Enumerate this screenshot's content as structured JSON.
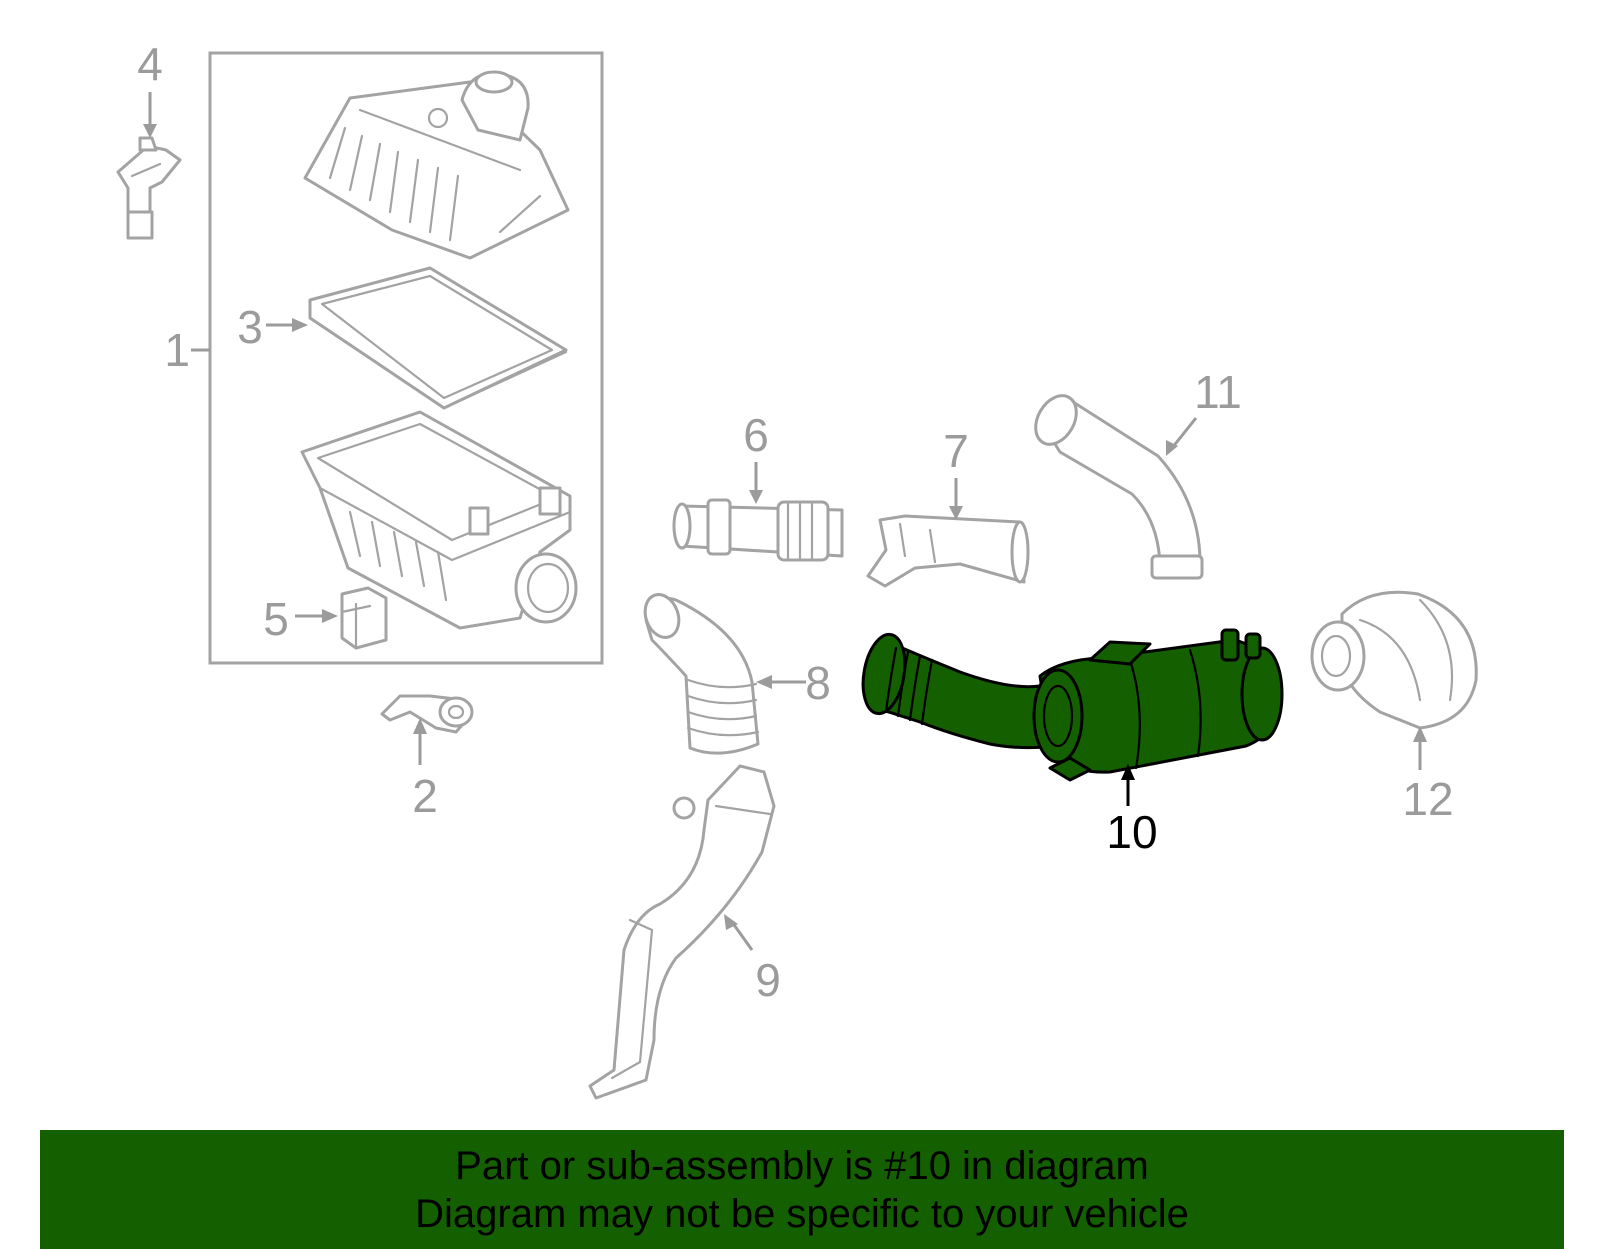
{
  "callouts": [
    {
      "id": "1",
      "text": "1"
    },
    {
      "id": "2",
      "text": "2"
    },
    {
      "id": "3",
      "text": "3"
    },
    {
      "id": "4",
      "text": "4"
    },
    {
      "id": "5",
      "text": "5"
    },
    {
      "id": "6",
      "text": "6"
    },
    {
      "id": "7",
      "text": "7"
    },
    {
      "id": "8",
      "text": "8"
    },
    {
      "id": "9",
      "text": "9"
    },
    {
      "id": "10",
      "text": "10"
    },
    {
      "id": "11",
      "text": "11"
    },
    {
      "id": "12",
      "text": "12"
    }
  ],
  "highlighted_part": "10",
  "colors": {
    "highlight": "#145f00",
    "line_gray": "#a3a3a3",
    "label_gray": "#9b9b9b"
  },
  "banner": {
    "line1": "Part or sub-assembly is #10 in diagram",
    "line2": "Diagram may not be specific to your vehicle"
  }
}
